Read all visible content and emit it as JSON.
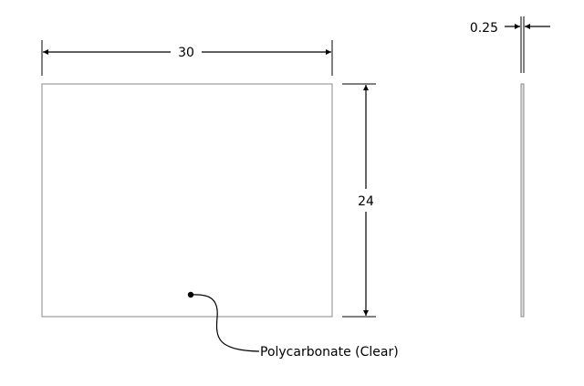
{
  "dimensions": {
    "width": "30",
    "height": "24",
    "thickness": "0.25"
  },
  "callout": {
    "material": "Polycarbonate (Clear)"
  },
  "colors": {
    "line": "#000000",
    "outline": "#8a8a8a"
  }
}
